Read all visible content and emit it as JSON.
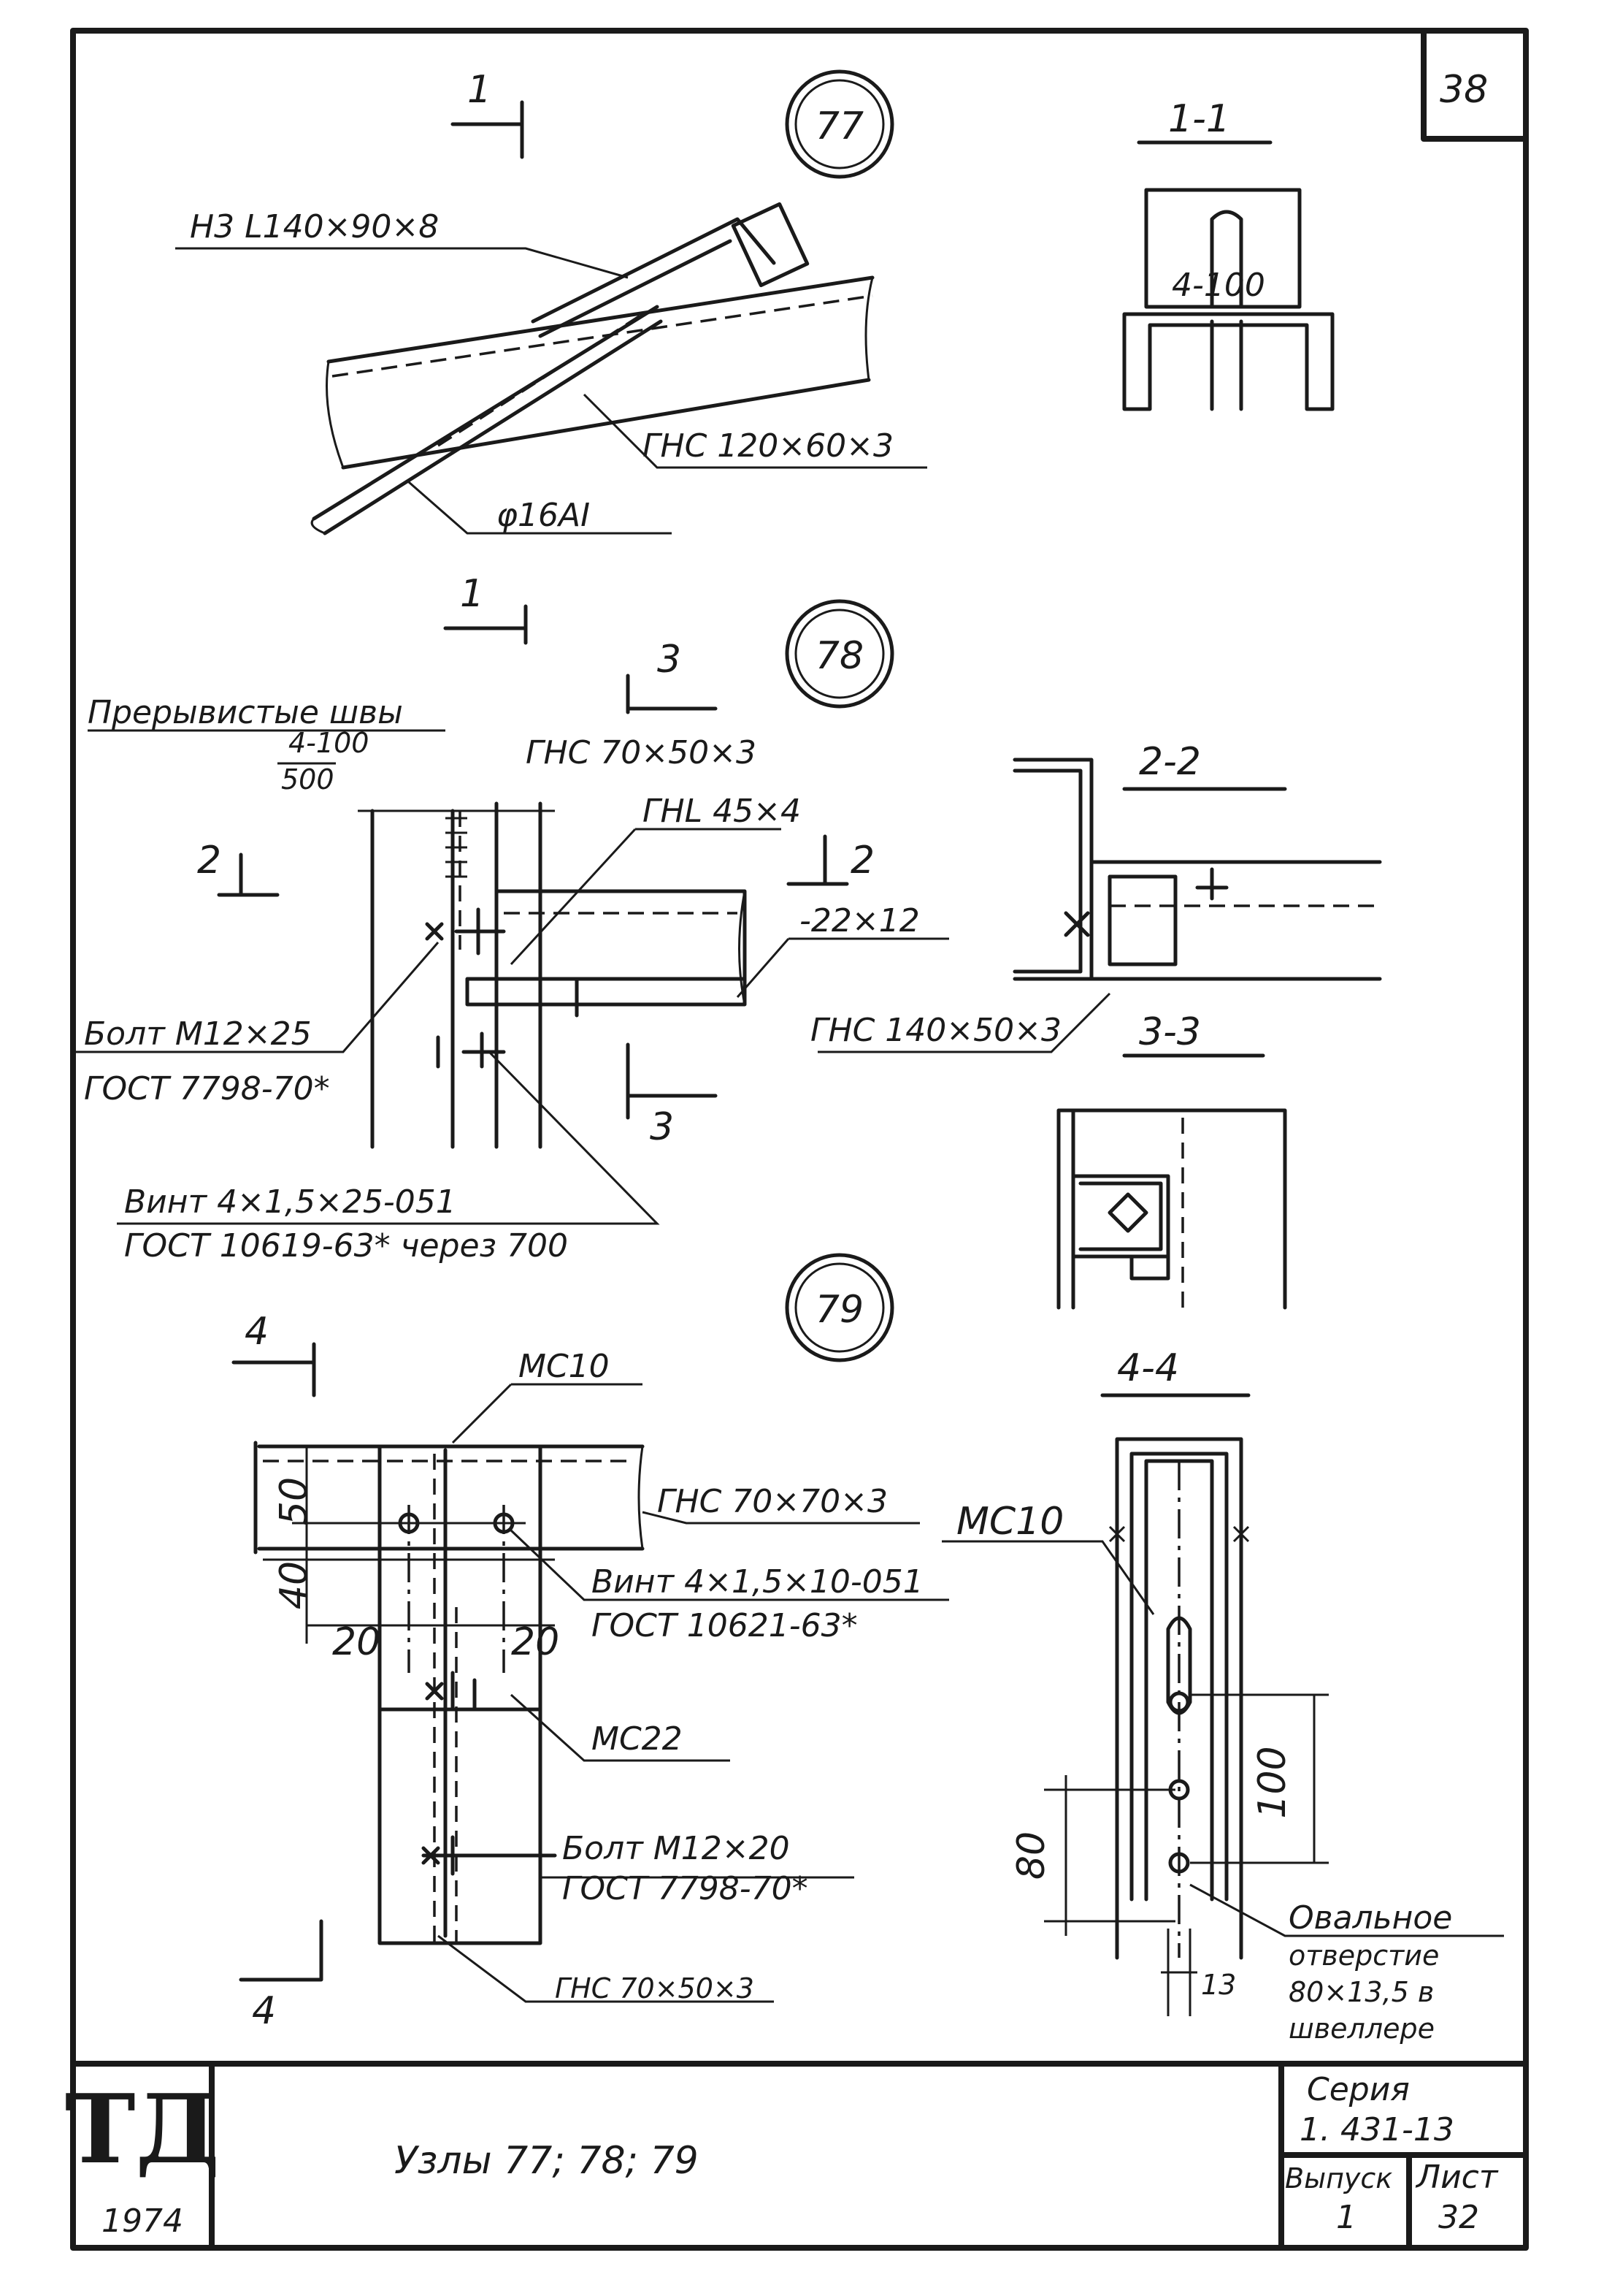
{
  "sheet_number": "38",
  "nodes": {
    "n77": {
      "number": "77",
      "angle_label": "Н3 L140×90×8",
      "tube_label": "ГНС 120×60×3",
      "rod_label": "φ16АI",
      "cut_mark": "1",
      "section_title": "1-1",
      "section_note": "4-100"
    },
    "n78": {
      "number": "78",
      "weld_label": "Прерывистые швы",
      "weld_spec_top": "4-100",
      "weld_spec_bottom": "500",
      "tube_top_label": "ГНС 70×50×3",
      "angle_label": "ГНL 45×4",
      "plate_label": "-22×12",
      "bolt_label": "Болт М12×25",
      "bolt_std": "ГОСТ 7798-70*",
      "screw_label": "Винт 4×1,5×25-051",
      "screw_std": "ГОСТ 10619-63* через 700",
      "section2_title": "2-2",
      "section3_title": "3-3",
      "mark2": "2",
      "mark3": "3",
      "tube_side_label": "ГНС 140×50×3"
    },
    "n79": {
      "number": "79",
      "channel_top": "МС10",
      "tube_label": "ГНС 70×70×3",
      "screw_label": "Винт 4×1,5×10-051",
      "screw_std": "ГОСТ 10621-63*",
      "channel_22": "МС22",
      "bolt_label": "Болт М12×20",
      "bolt_std": "ГОСТ 7798-70*",
      "tube_bottom": "ГНС 70×50×3",
      "dim_50": "50",
      "dim_40": "40",
      "dim_20a": "20",
      "dim_20b": "20",
      "mark4": "4",
      "section4_title": "4-4",
      "mc10_side": "МС10",
      "dim_100": "100",
      "dim_80": "80",
      "dim_13": "13",
      "oval_title": "Овальное",
      "oval_line1": "отверстие",
      "oval_line2": "80×13,5 в",
      "oval_line3": "швеллере"
    }
  },
  "title_block": {
    "logo": "ТД",
    "year": "1974",
    "title": "Узлы 77; 78; 79",
    "series_label": "Серия",
    "series_value": "1. 431-13",
    "issue_label": "Выпуск",
    "issue_value": "1",
    "sheet_label": "Лист",
    "sheet_value": "32"
  }
}
